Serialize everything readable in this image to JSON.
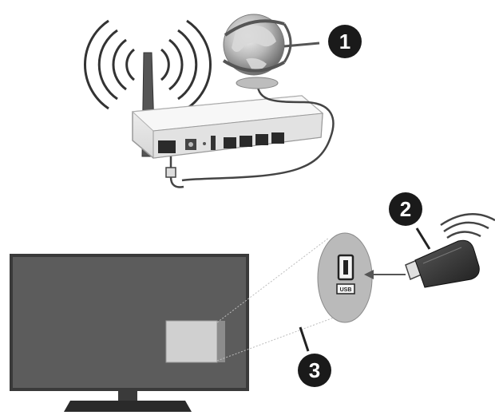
{
  "callouts": [
    {
      "number": "1"
    },
    {
      "number": "2"
    },
    {
      "number": "3"
    }
  ],
  "usb_port_label": "USB",
  "colors": {
    "tv_screen": "#5c5c5c",
    "tv_bezel": "#3a3a3a",
    "router_body": "#e9e9e9",
    "callout_fill": "#1a1a1a"
  },
  "icons": [
    "wifi-waves-icon",
    "globe-icon",
    "router",
    "tv",
    "usb-dongle-icon",
    "usb-port-icon"
  ]
}
